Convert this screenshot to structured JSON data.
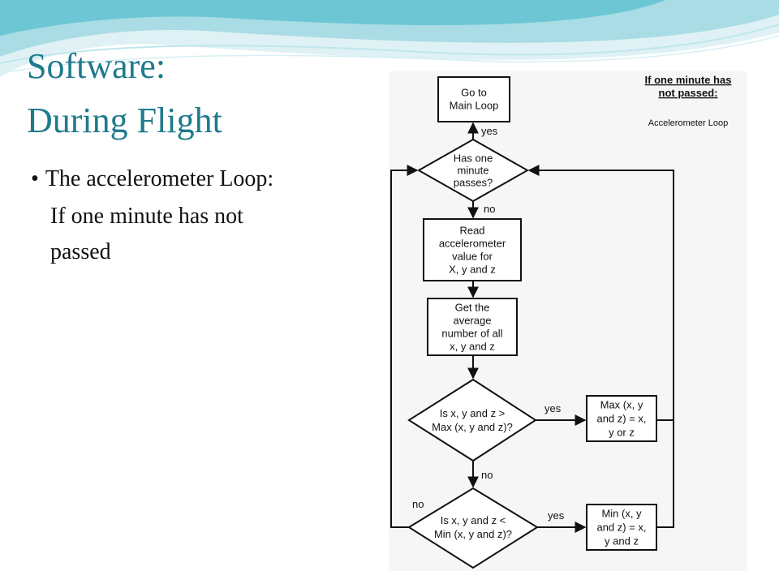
{
  "slide": {
    "title_line1": "Software:",
    "title_line2": "During Flight",
    "bullet": "The accelerometer  Loop:",
    "sub_line1": "If one minute has not",
    "sub_line2": "passed"
  },
  "diagram": {
    "caption_line1": "If one minute has",
    "caption_line2": "not passed:",
    "caption_sub": "Accelerometer Loop",
    "nodes": {
      "goto_main": [
        "Go to",
        "Main Loop"
      ],
      "check_minute": [
        "Has one",
        "minute",
        "passes?"
      ],
      "read_accel": [
        "Read",
        "accelerometer",
        "value for",
        "X, y and z"
      ],
      "get_average": [
        "Get the",
        "average",
        "number of all",
        "x, y and z"
      ],
      "check_max": [
        "Is x, y and z >",
        "Max (x, y and z)?"
      ],
      "set_max": [
        "Max (x, y",
        "and z) = x,",
        "y or z"
      ],
      "check_min": [
        "Is x, y and z <",
        "Min (x, y and z)?"
      ],
      "set_min": [
        "Min (x, y",
        "and z) = x,",
        "y and z"
      ]
    },
    "edge_labels": {
      "minute_yes": "yes",
      "minute_no": "no",
      "max_yes": "yes",
      "max_no": "no",
      "min_yes": "yes",
      "min_no": "no"
    }
  }
}
